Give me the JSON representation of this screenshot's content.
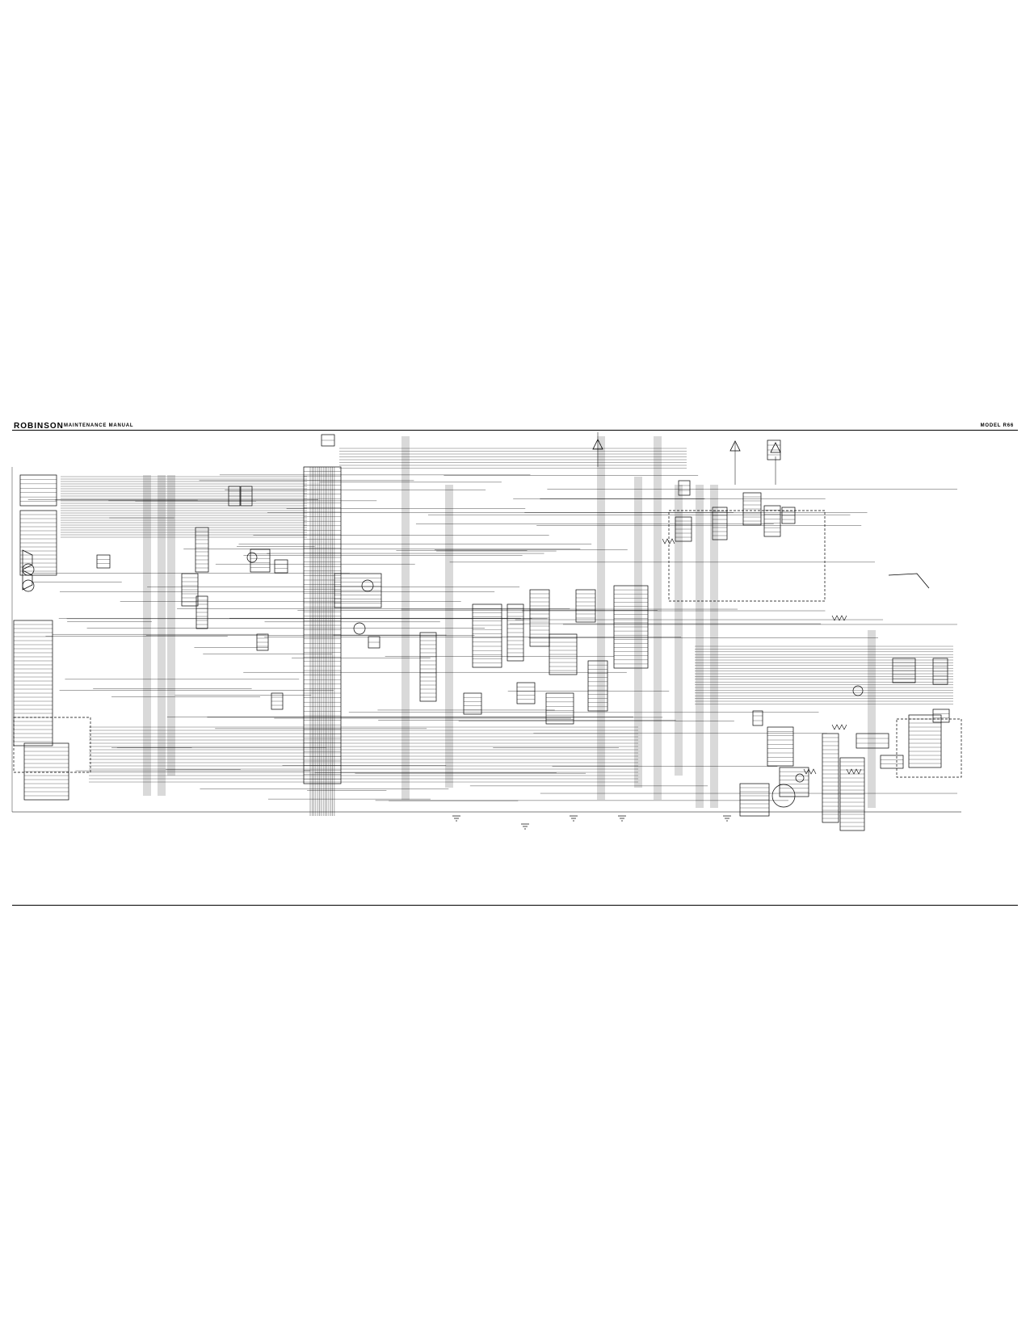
{
  "header": {
    "brand": "ROBINSON",
    "manual": "MAINTENANCE MANUAL",
    "model": "MODEL R66"
  },
  "colors": {
    "ink": "#000000",
    "paper": "#ffffff"
  }
}
